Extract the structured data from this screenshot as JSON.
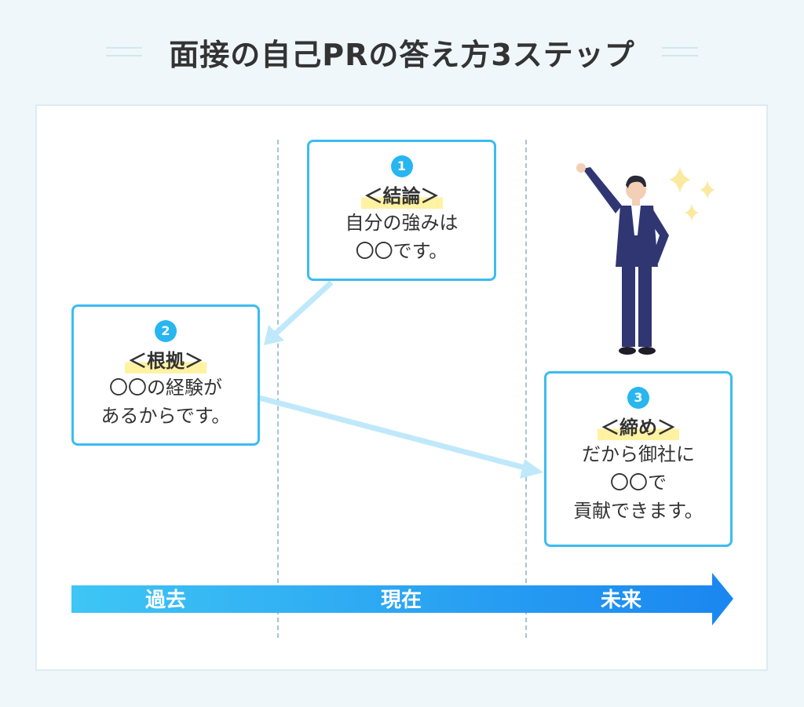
{
  "title": "面接の自己PRの答え方3ステップ",
  "steps": [
    {
      "number": "1",
      "heading": "＜結論＞",
      "lines": [
        "自分の強みは",
        "〇〇です。"
      ]
    },
    {
      "number": "2",
      "heading": "＜根拠＞",
      "lines": [
        "〇〇の経験が",
        "あるからです。"
      ]
    },
    {
      "number": "3",
      "heading": "＜締め＞",
      "lines": [
        "だから御社に",
        "〇〇で",
        "貢献できます。"
      ]
    }
  ],
  "timeline": {
    "past": "過去",
    "present": "現在",
    "future": "未来"
  },
  "colors": {
    "accent": "#28b6f0",
    "box_border": "#3cbcf0",
    "highlight": "#fff2a3",
    "arrow_start": "#3ec6f5",
    "arrow_end": "#1a86f0"
  }
}
